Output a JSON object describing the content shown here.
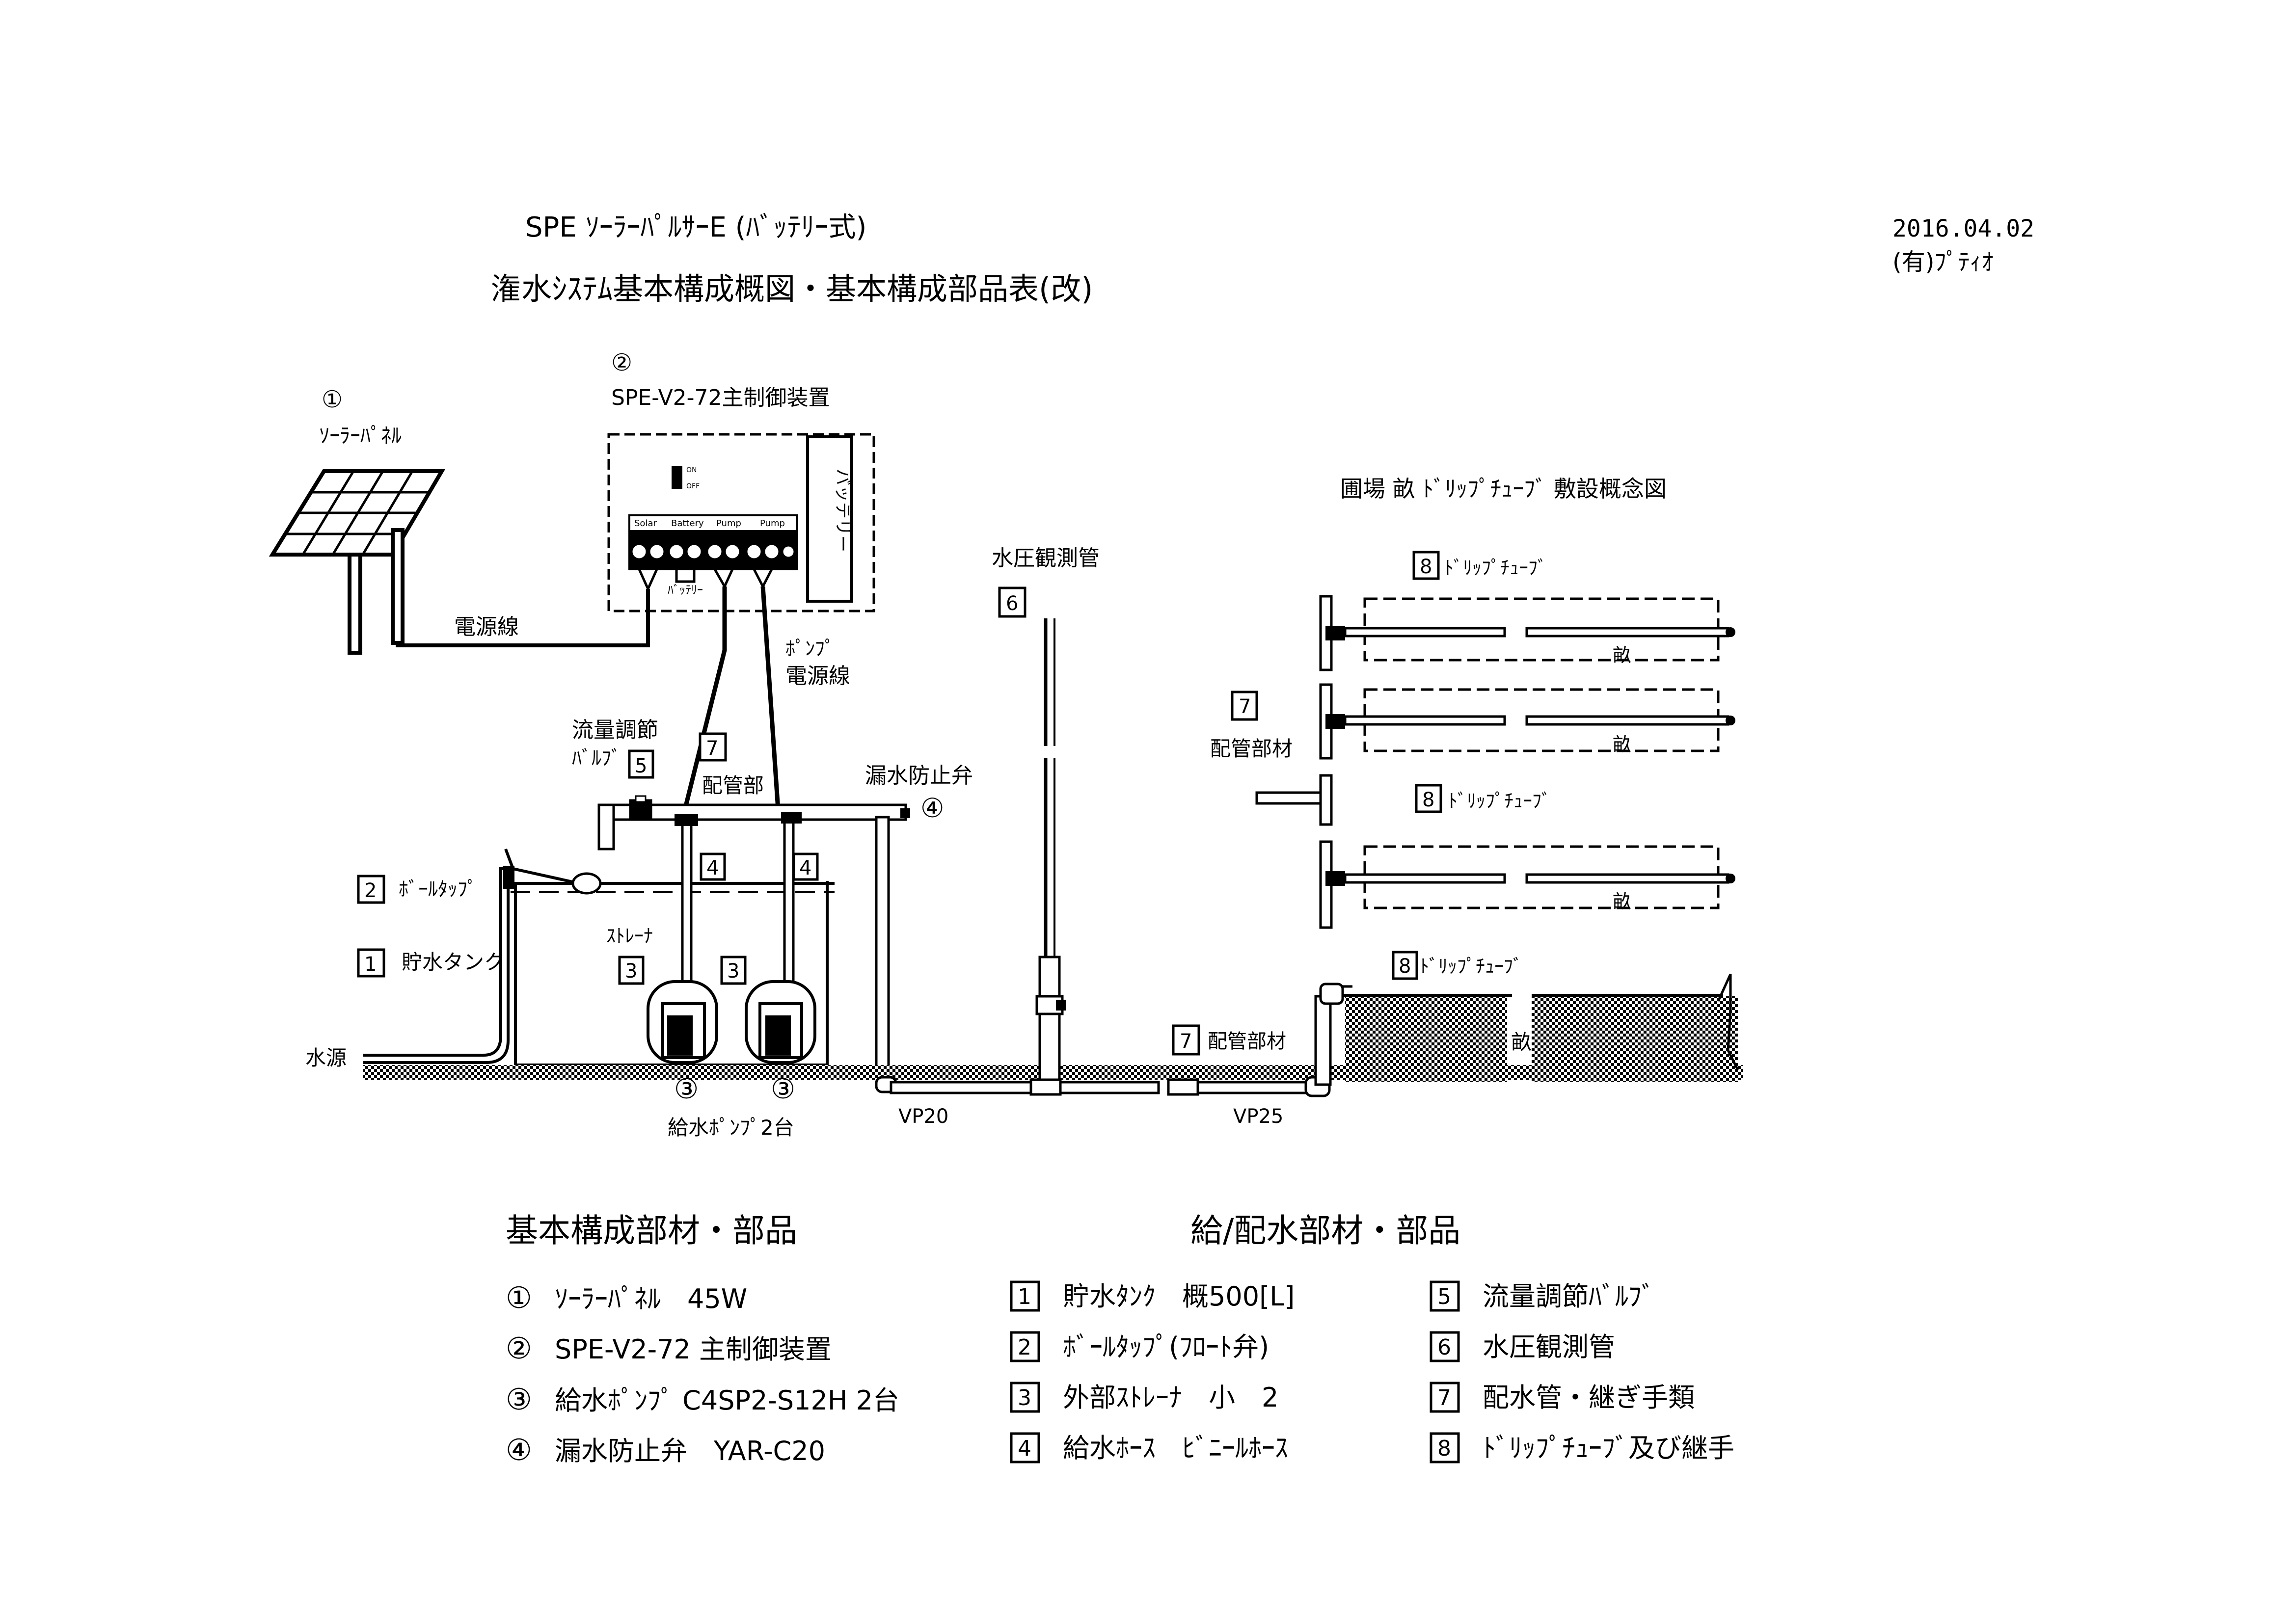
{
  "header": {
    "title_line1": "SPE ｿｰﾗｰﾊﾟﾙｻｰE (ﾊﾞｯﾃﾘｰ式)",
    "title_line2": "潅水ｼｽﾃﾑ基本構成概図・基本構成部品表(改)",
    "date": "2016.04.02",
    "company": "(有)ﾌﾟﾃｨｵ"
  },
  "diagram": {
    "solar": {
      "num": "①",
      "label": "ｿｰﾗｰﾊﾟﾈﾙ"
    },
    "controller": {
      "num": "②",
      "label": "SPE-V2-72主制御装置",
      "battery_box": "バッテリー",
      "terminals": [
        "Solar",
        "Battery",
        "Pump",
        "Pump"
      ],
      "battery_sub": "ﾊﾞｯﾃﾘｰ",
      "switch_on": "ON",
      "switch_off": "OFF"
    },
    "power_line": "電源線",
    "pump_power_line": [
      "ﾎﾟﾝﾌﾟ",
      "電源線"
    ],
    "flow_valve": {
      "label": [
        "流量調節",
        "ﾊﾞﾙﾌﾞ"
      ],
      "box": "5"
    },
    "piping": {
      "box": "7",
      "label": "配管部"
    },
    "leak_valve": {
      "label": "漏水防止弁",
      "num": "④"
    },
    "ball_tap": {
      "box": "2",
      "label": "ﾎﾞｰﾙﾀｯﾌﾟ"
    },
    "tank": {
      "box": "1",
      "label": "貯水タンク"
    },
    "strainer": {
      "label": "ｽﾄﾚｰﾅ",
      "box": "3"
    },
    "hose_box": "4",
    "water_source": "水源",
    "pumps": {
      "num": "③",
      "label": "給水ﾎﾟﾝﾌﾟ2台"
    },
    "pressure_tube": {
      "label": "水圧観測管",
      "box": "6"
    },
    "pipe_labels": [
      "VP20",
      "VP25"
    ],
    "ground_pipe": {
      "box": "7",
      "label": "配管部材"
    },
    "field_drip": {
      "box": "8",
      "label": "ﾄﾞﾘｯﾌﾟﾁｭｰﾌﾞ",
      "ridge": "畝"
    },
    "field_plan": {
      "title": "圃場 畝 ﾄﾞﾘｯﾌﾟﾁｭｰﾌﾞ 敷設概念図",
      "drip_box": "8",
      "drip_label": "ﾄﾞﾘｯﾌﾟﾁｭｰﾌﾞ",
      "piping_box": "7",
      "piping_label": "配管部材",
      "ridge": "畝"
    }
  },
  "parts": {
    "basic_title": "基本構成部材・部品",
    "basic_items": [
      {
        "num": "①",
        "text": "ｿｰﾗｰﾊﾟﾈﾙ　45W"
      },
      {
        "num": "②",
        "text": "SPE-V2-72 主制御装置"
      },
      {
        "num": "③",
        "text": "給水ﾎﾟﾝﾌﾟ C4SP2-S12H 2台"
      },
      {
        "num": "④",
        "text": "漏水防止弁　YAR-C20"
      }
    ],
    "supply_title": "給/配水部材・部品",
    "supply_items": [
      {
        "box": "1",
        "text": "貯水ﾀﾝｸ　概500[L]"
      },
      {
        "box": "2",
        "text": "ﾎﾞｰﾙﾀｯﾌﾟ(ﾌﾛｰﾄ弁)"
      },
      {
        "box": "3",
        "text": "外部ｽﾄﾚｰﾅ　小　2"
      },
      {
        "box": "4",
        "text": "給水ﾎｰｽ　ﾋﾞﾆｰﾙﾎｰｽ"
      },
      {
        "box": "5",
        "text": "流量調節ﾊﾞﾙﾌﾞ"
      },
      {
        "box": "6",
        "text": "水圧観測管"
      },
      {
        "box": "7",
        "text": "配水管・継ぎ手類"
      },
      {
        "box": "8",
        "text": "ﾄﾞﾘｯﾌﾟﾁｭｰﾌﾞ及び継手"
      }
    ]
  }
}
